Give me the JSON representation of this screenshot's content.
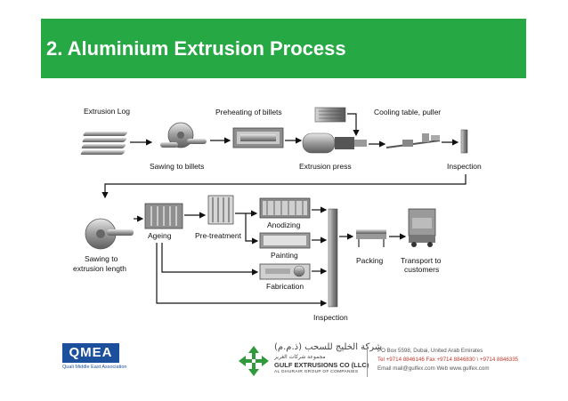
{
  "slide": {
    "title": "2. Aluminium Extrusion Process"
  },
  "steps": {
    "extrusion_log": "Extrusion Log",
    "preheating": "Preheating of billets",
    "cooling": "Cooling table, puller",
    "sawing_billets": "Sawing to billets",
    "extrusion_press": "Extrusion press",
    "inspection1": "Inspection",
    "sawing_length_1": "Sawing to",
    "sawing_length_2": "extrusion length",
    "ageing": "Ageing",
    "pretreatment": "Pre-treatment",
    "anodizing": "Anodizing",
    "painting": "Painting",
    "fabrication": "Fabrication",
    "packing": "Packing",
    "transport_1": "Transport to",
    "transport_2": "customers",
    "inspection2": "Inspection"
  },
  "footer": {
    "qmea_logo": "QMEA",
    "qmea_sub": "Quali Middle East Association",
    "gulf_arabic": "شركة الخليج للسحب (ذ.م.م)",
    "gulf_arabic_sub": "مجموعة شركات الغرير",
    "gulf_name": "GULF EXTRUSIONS CO (LLC)",
    "gulf_group": "AL GHURAIR GROUP OF COMPANIES",
    "contact_line1": "PO Box 5598, Dubai, United Arab Emirates",
    "contact_line2": "Tel +9714 8846146 Fax +9714 8846830 \\ +9714 8846335",
    "contact_line3": "Email mail@gulfex.com Web www.gulfex.com"
  },
  "colors": {
    "title_bg": "#26a844",
    "qmea_blue": "#1c4f9c",
    "gulf_green": "#2e9a3c"
  }
}
